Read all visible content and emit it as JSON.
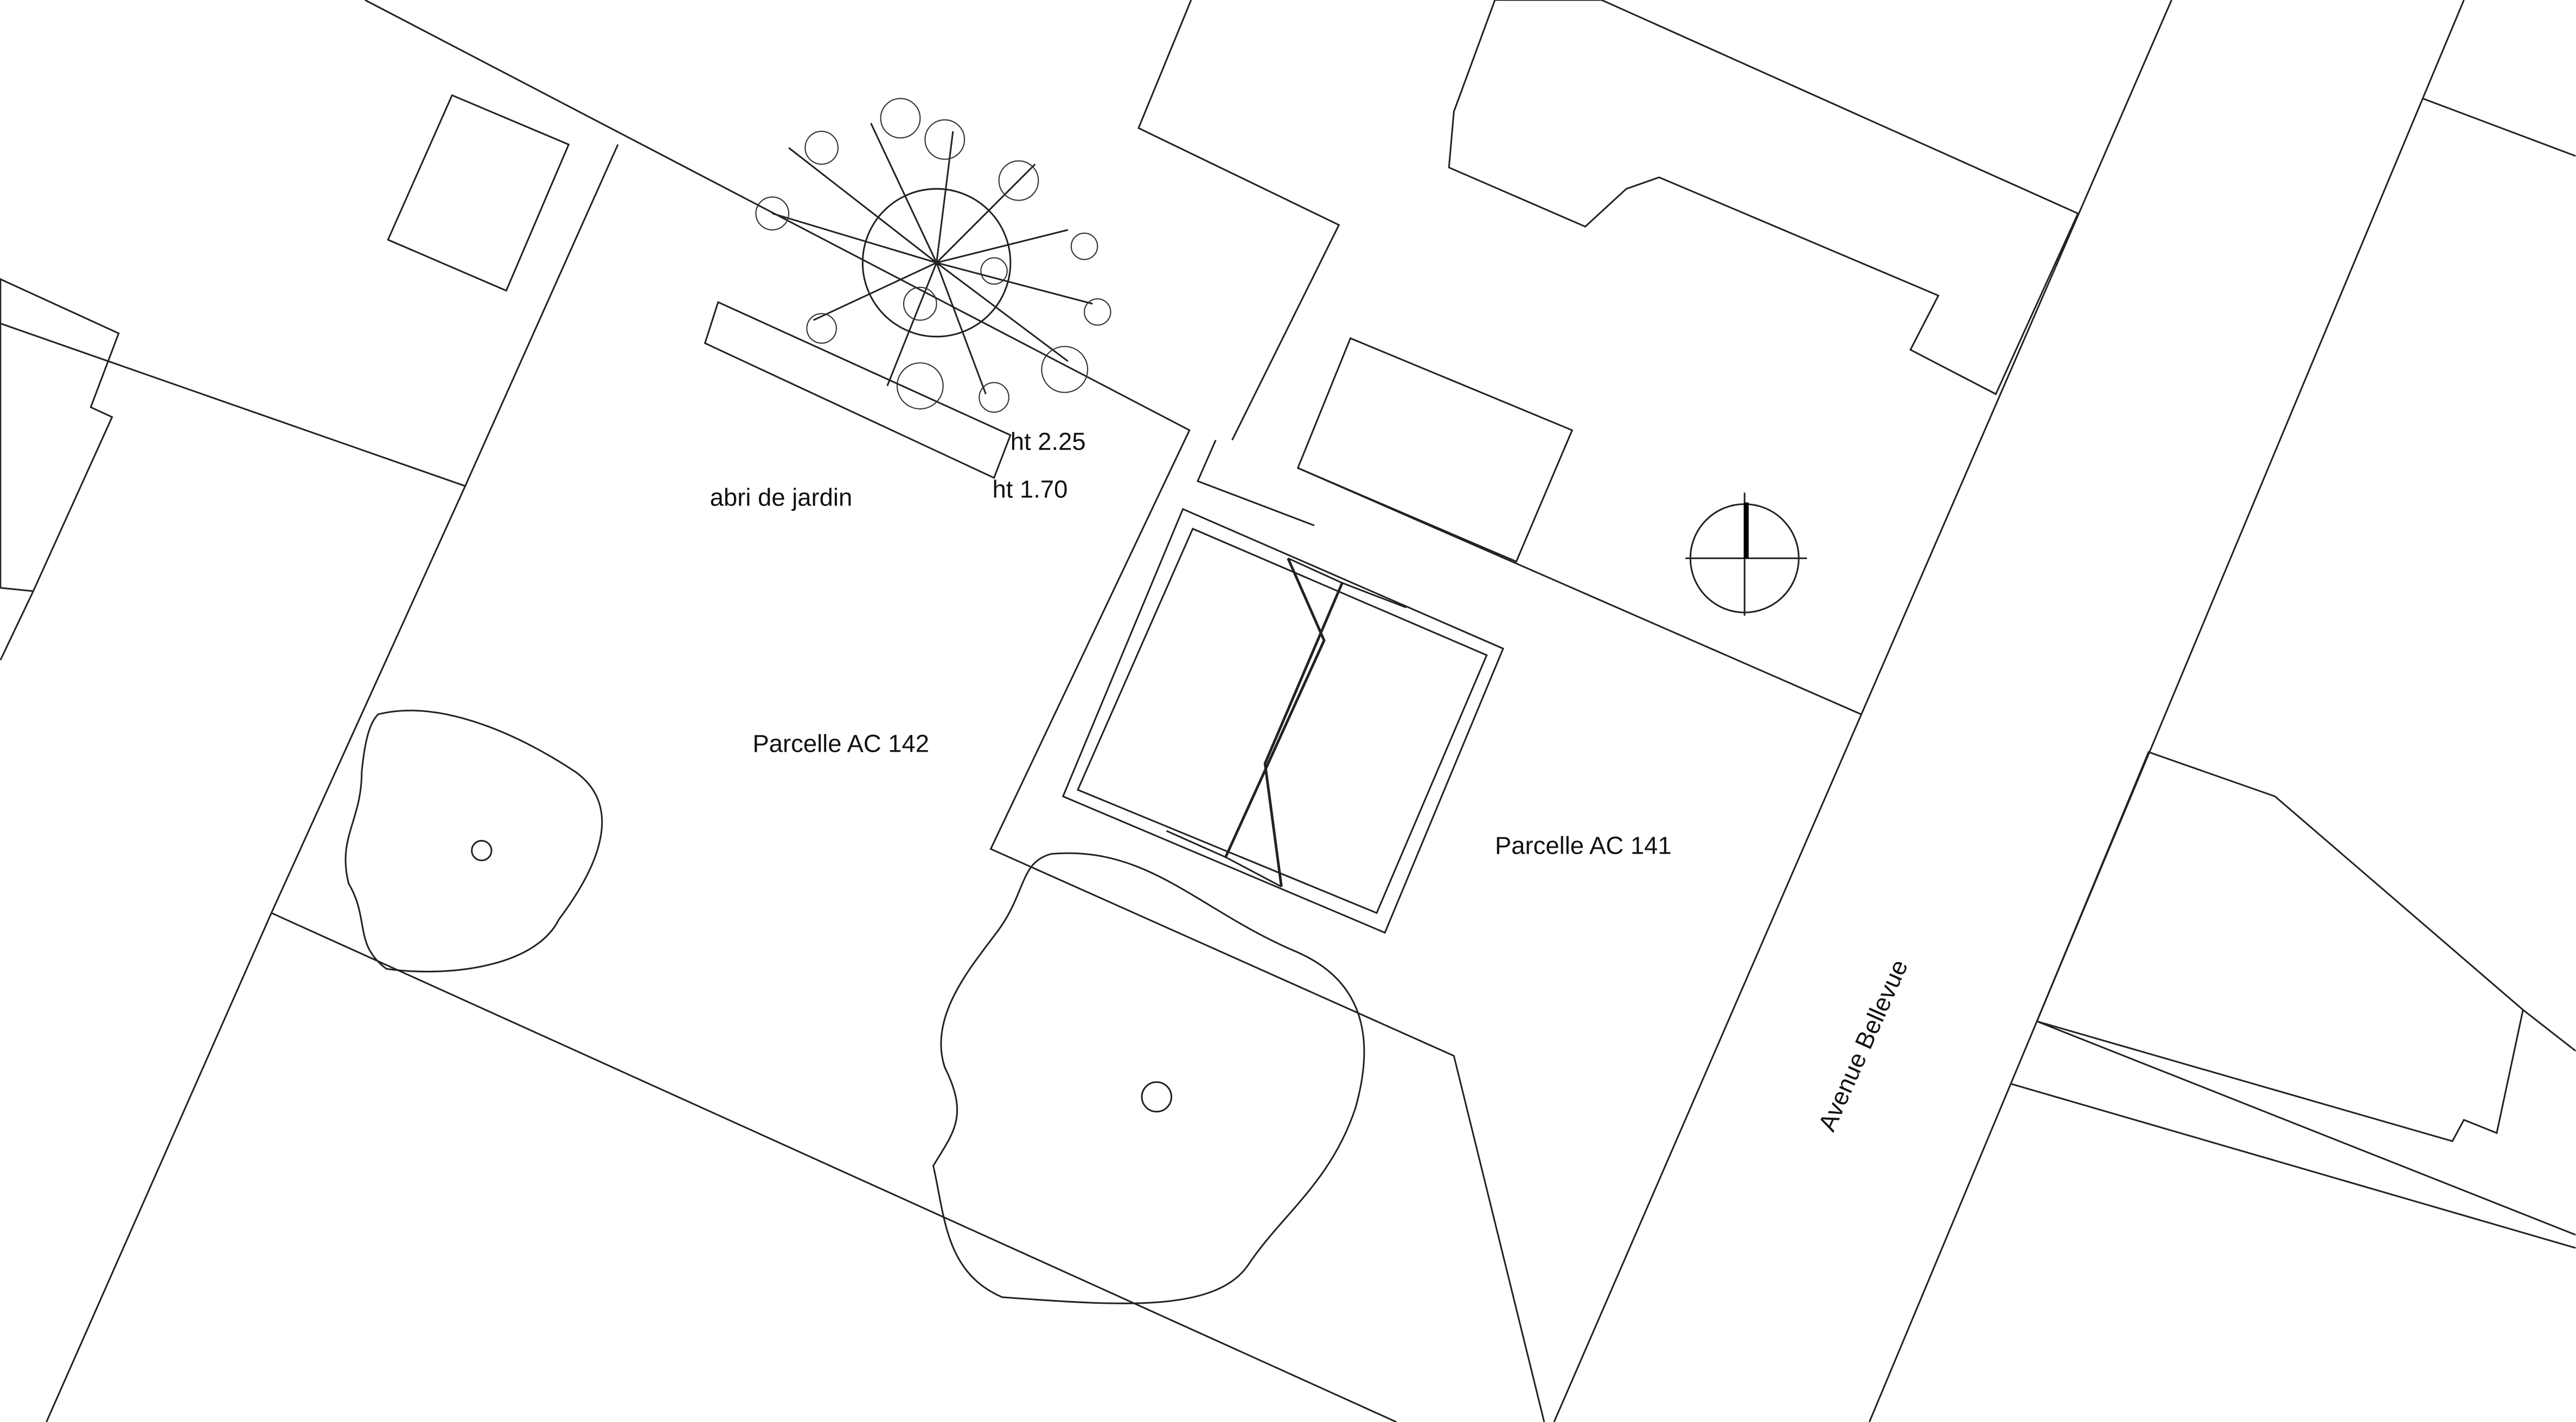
{
  "labels": {
    "garden_shed": "abri de jardin",
    "height_high": "ht 2.25",
    "height_low": "ht 1.70",
    "parcel_142": "Parcelle AC 142",
    "parcel_141": "Parcelle AC 141",
    "street": "Avenue Bellevue"
  },
  "colors": {
    "line": "#222222",
    "background": "#ffffff"
  }
}
